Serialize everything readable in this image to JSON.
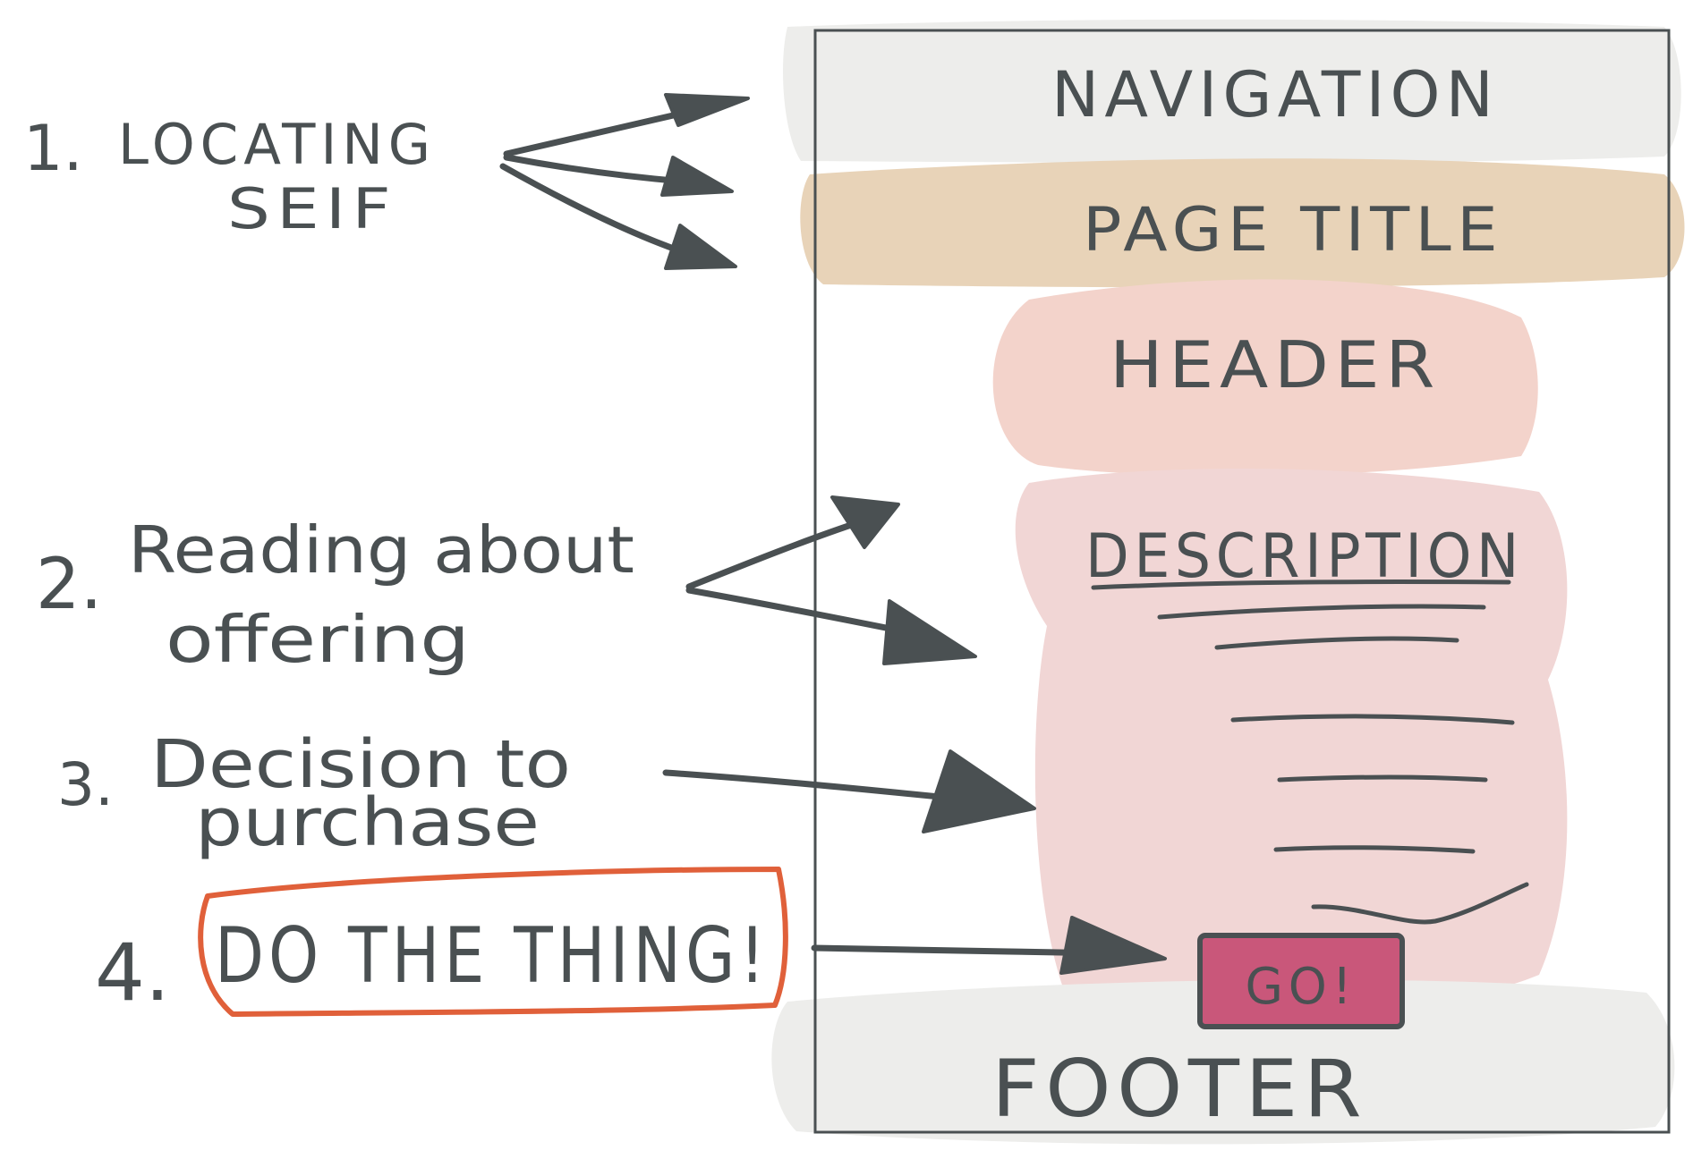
{
  "colors": {
    "ink": "#4a5052",
    "navigation_band": "#ededeb",
    "page_title_band": "#e8d3b8",
    "header_band": "#f3d3cb",
    "description_band": "#f1d6d5",
    "go_button": "#c9577a",
    "footer_band": "#ededeb",
    "highlight_outline": "#e0603a"
  },
  "steps": [
    {
      "number": "1.",
      "lines": [
        "LOCATING",
        "SEIF"
      ]
    },
    {
      "number": "2.",
      "lines": [
        "Reading about",
        "offering"
      ]
    },
    {
      "number": "3.",
      "lines": [
        "Decision to",
        "purchase"
      ]
    },
    {
      "number": "4.",
      "lines": [
        "DO THE THING!"
      ]
    }
  ],
  "wireframe": {
    "navigation": "NAVIGATION",
    "page_title": "PAGE TITLE",
    "header": "HEADER",
    "description": "DESCRIPTION",
    "button": "GO!",
    "footer": "FOOTER"
  }
}
